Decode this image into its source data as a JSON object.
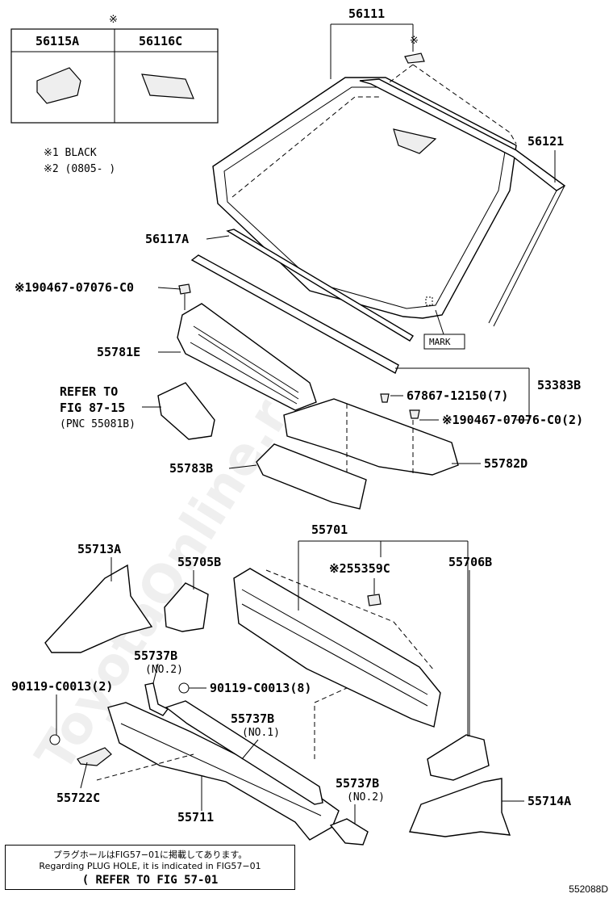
{
  "watermark": "ToyotaOnline.ru",
  "inset": {
    "mark": "※",
    "col1": "56115A",
    "col2": "56116C"
  },
  "notes": {
    "n1": "※1 BLACK",
    "n2": "※2 (0805-      )"
  },
  "labels": {
    "p56111": "56111",
    "p56121": "56121",
    "mark_star": "※",
    "p56117A": "56117A",
    "p90467a": "※190467-07076-C0",
    "mark_box": "MARK",
    "p55781E": "55781E",
    "refer1": "REFER TO",
    "refer2": "FIG 87-15",
    "refer3": "(PNC 55081B)",
    "p53383B": "53383B",
    "p67867": "67867-12150(7)",
    "p90467b": "※190467-07076-C0(2)",
    "p55782D": "55782D",
    "p55783B": "55783B",
    "p55701": "55701",
    "p55713A": "55713A",
    "p55705B": "55705B",
    "p55359C": "※255359C",
    "p55706B": "55706B",
    "p55737B_1": "55737B",
    "no2_a": "(NO.2)",
    "p90119_2": "90119-C0013(2)",
    "p90119_8": "90119-C0013(8)",
    "p55737B_2": "55737B",
    "no1": "(NO.1)",
    "p55737B_3": "55737B",
    "no2_b": "(NO.2)",
    "p55722C": "55722C",
    "p55711": "55711",
    "p55714A": "55714A"
  },
  "footer_note": {
    "line1": "プラグホールはFIG57−01に掲載してあります。",
    "line2": "Regarding PLUG HOLE, it is indicated in FIG57−01",
    "line3": "( REFER TO FIG 57-01"
  },
  "diagram_code": "552088D"
}
